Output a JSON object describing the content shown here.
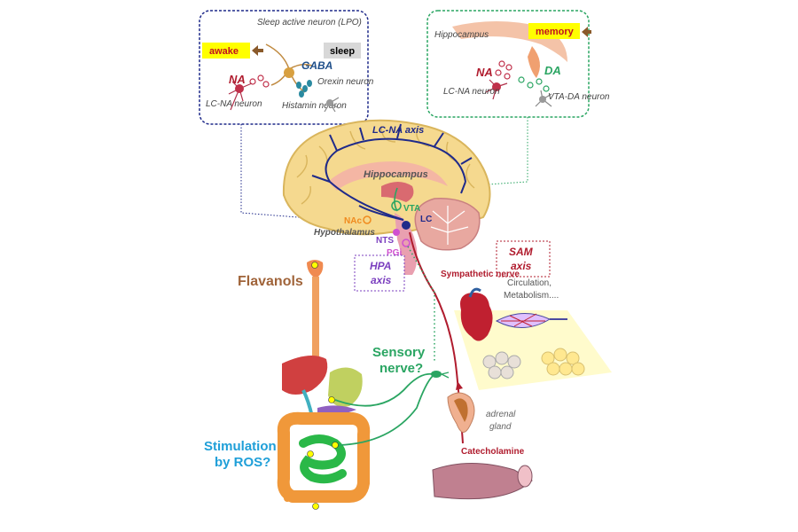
{
  "sleep_box": {
    "title": "Sleep active neuron (LPO)",
    "awake": "awake",
    "sleep": "sleep",
    "na": "NA",
    "gaba": "GABA",
    "orexin": "Orexin neuron",
    "lcna": "LC-NA neuron",
    "histamin": "Histamin neuron"
  },
  "memory_box": {
    "hippocampus": "Hippocampus",
    "memory": "memory",
    "na": "NA",
    "da": "DA",
    "lcna": "LC-NA neuron",
    "vtada": "VTA-DA neuron"
  },
  "brain": {
    "lcna_axis": "LC-NA axis",
    "hippocampus": "Hippocampus",
    "vta": "VTA",
    "nac": "NAc",
    "lc": "LC",
    "hypothalamus": "Hypothalamus",
    "nts": "NTS",
    "pgi": "PGi"
  },
  "axes": {
    "hpa": "HPA axis",
    "sam": "SAM axis"
  },
  "body": {
    "flavanols": "Flavanols",
    "sensory_nerve": "Sensory nerve?",
    "stimulation": "Stimulation by ROS?",
    "sympathetic": "Sympathetic nerve",
    "circulation": "Circulation, Metabolism....",
    "adrenal": "adrenal gland",
    "catecholamine": "Catecholamine"
  },
  "colors": {
    "navy": "#1f2a8a",
    "green": "#2aa562",
    "red": "#b01c2e",
    "purple": "#7b3fbf",
    "orange": "#f08a1e",
    "brown": "#a0643a",
    "blue": "#1f9fd8",
    "yellow_label": "#ffff00"
  }
}
